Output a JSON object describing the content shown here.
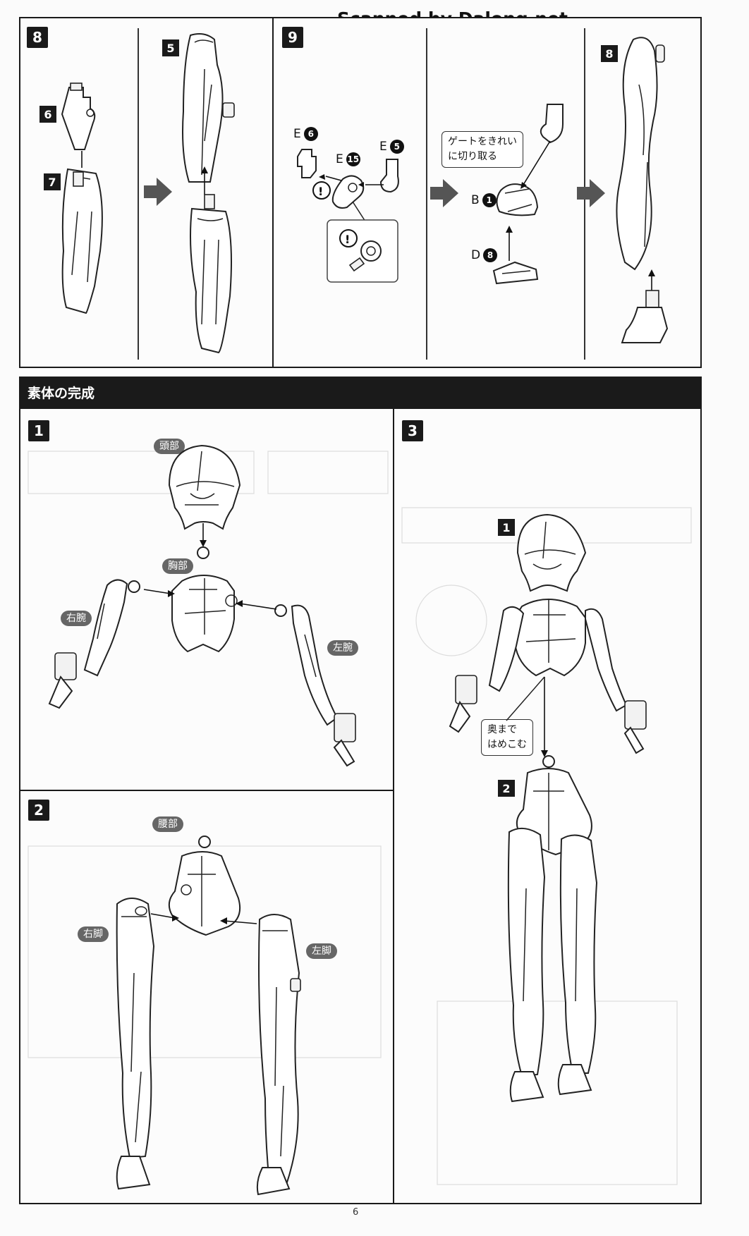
{
  "header": {
    "watermark": "Scanned by Dalong.net"
  },
  "top": {
    "step8": {
      "number": "8",
      "parts": [
        "6",
        "7",
        "5"
      ]
    },
    "step9": {
      "number": "9",
      "refs": [
        {
          "runner": "E",
          "num": "6"
        },
        {
          "runner": "E",
          "num": "15"
        },
        {
          "runner": "E",
          "num": "5"
        },
        {
          "runner": "B",
          "num": "1"
        },
        {
          "runner": "D",
          "num": "8"
        }
      ],
      "callout_line1": "ゲートをきれい",
      "callout_line2": "に切り取る",
      "caution": "!",
      "result_label": "8"
    }
  },
  "section": {
    "title": "素体の完成"
  },
  "step1": {
    "number": "1",
    "head": "頭部",
    "chest": "胸部",
    "right_arm": "右腕",
    "left_arm": "左腕"
  },
  "step2": {
    "number": "2",
    "waist": "腰部",
    "right_leg": "右脚",
    "left_leg": "左脚"
  },
  "step3": {
    "number": "3",
    "upper_label": "1",
    "lower_label": "2",
    "callout_line1": "奥まで",
    "callout_line2": "はめこむ"
  },
  "footer": {
    "page": "6"
  }
}
